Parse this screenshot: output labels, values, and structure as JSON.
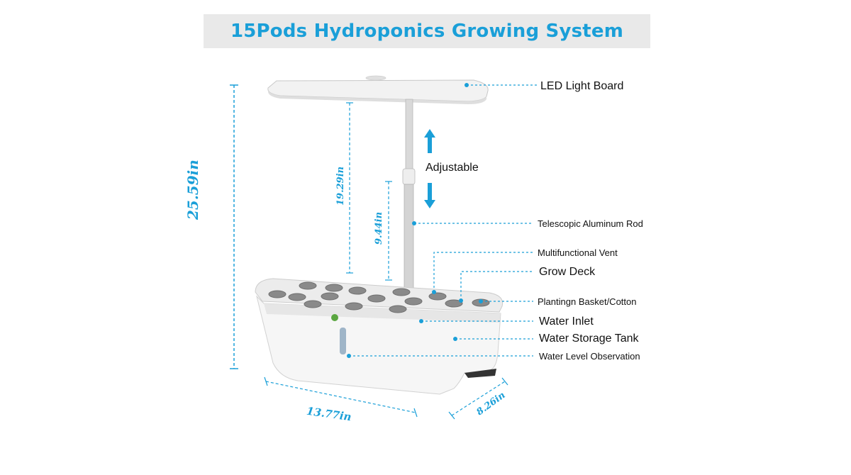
{
  "title": "15Pods Hydroponics Growing System",
  "labels": {
    "led_light_board": "LED Light Board",
    "adjustable": "Adjustable",
    "telescopic_rod": "Telescopic Aluminum Rod",
    "vent": "Multifunctional Vent",
    "grow_deck": "Grow Deck",
    "planting_basket": "Plantingn Basket/Cotton",
    "water_inlet": "Water Inlet",
    "water_storage_tank": "Water Storage Tank",
    "water_level": "Water Level Observation"
  },
  "dimensions": {
    "total_height": "25.59in",
    "rod_max_height": "19.29in",
    "rod_min_height": "9.44in",
    "length": "13.77in",
    "width": "8.26in"
  },
  "colors": {
    "accent": "#1a9fd8",
    "title_bg": "#e9e9e9",
    "device_body": "#f1f1f1",
    "pod": "#8e8e8e"
  }
}
